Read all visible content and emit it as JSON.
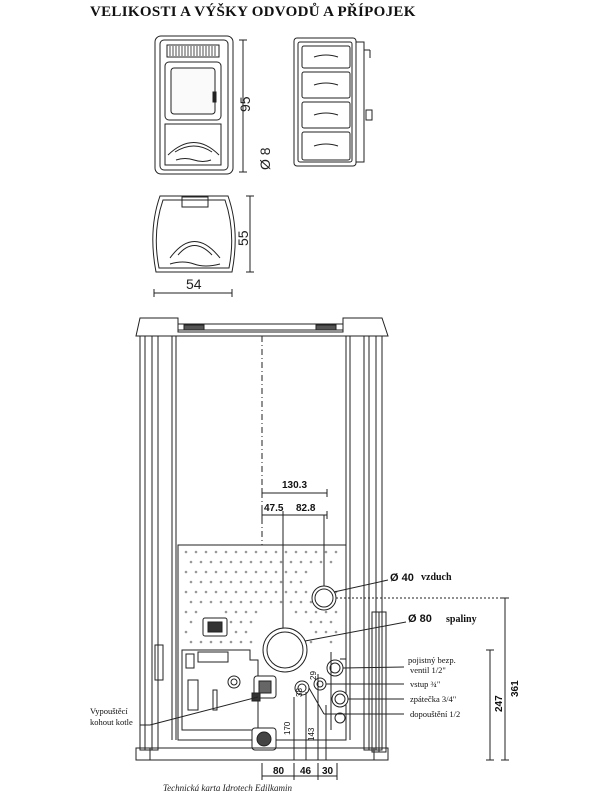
{
  "title": "VELIKOSTI A VÝŠKY ODVODŮ A PŘÍPOJEK",
  "footer": "Technická karta Idrotech Edilkamin",
  "top_views": {
    "height": "95",
    "flue_diameter": "Ø 8",
    "depth": "55",
    "width": "54"
  },
  "dimensions": {
    "total_width": "130.3",
    "left_offset": "47.5",
    "right_offset": "82.8",
    "height_total": "361",
    "height_flue": "247",
    "height_170": "170",
    "height_143": "143",
    "height_38": "38",
    "height_29": "29",
    "bottom_80": "80",
    "bottom_46": "46",
    "bottom_30": "30"
  },
  "connections": {
    "air": {
      "diameter": "Ø 40",
      "label": "vzduch"
    },
    "flue": {
      "diameter": "Ø 80",
      "label": "spaliny"
    },
    "safety_valve_1": "pojistný bezp.",
    "safety_valve_2": "ventil 1/2\"",
    "inlet": "vstup ¾\"",
    "return": "zpátečka  3/4\"",
    "refill": "dopouštění 1/2",
    "drain_1": "Vypouštěcí",
    "drain_2": "kohout kotle"
  }
}
